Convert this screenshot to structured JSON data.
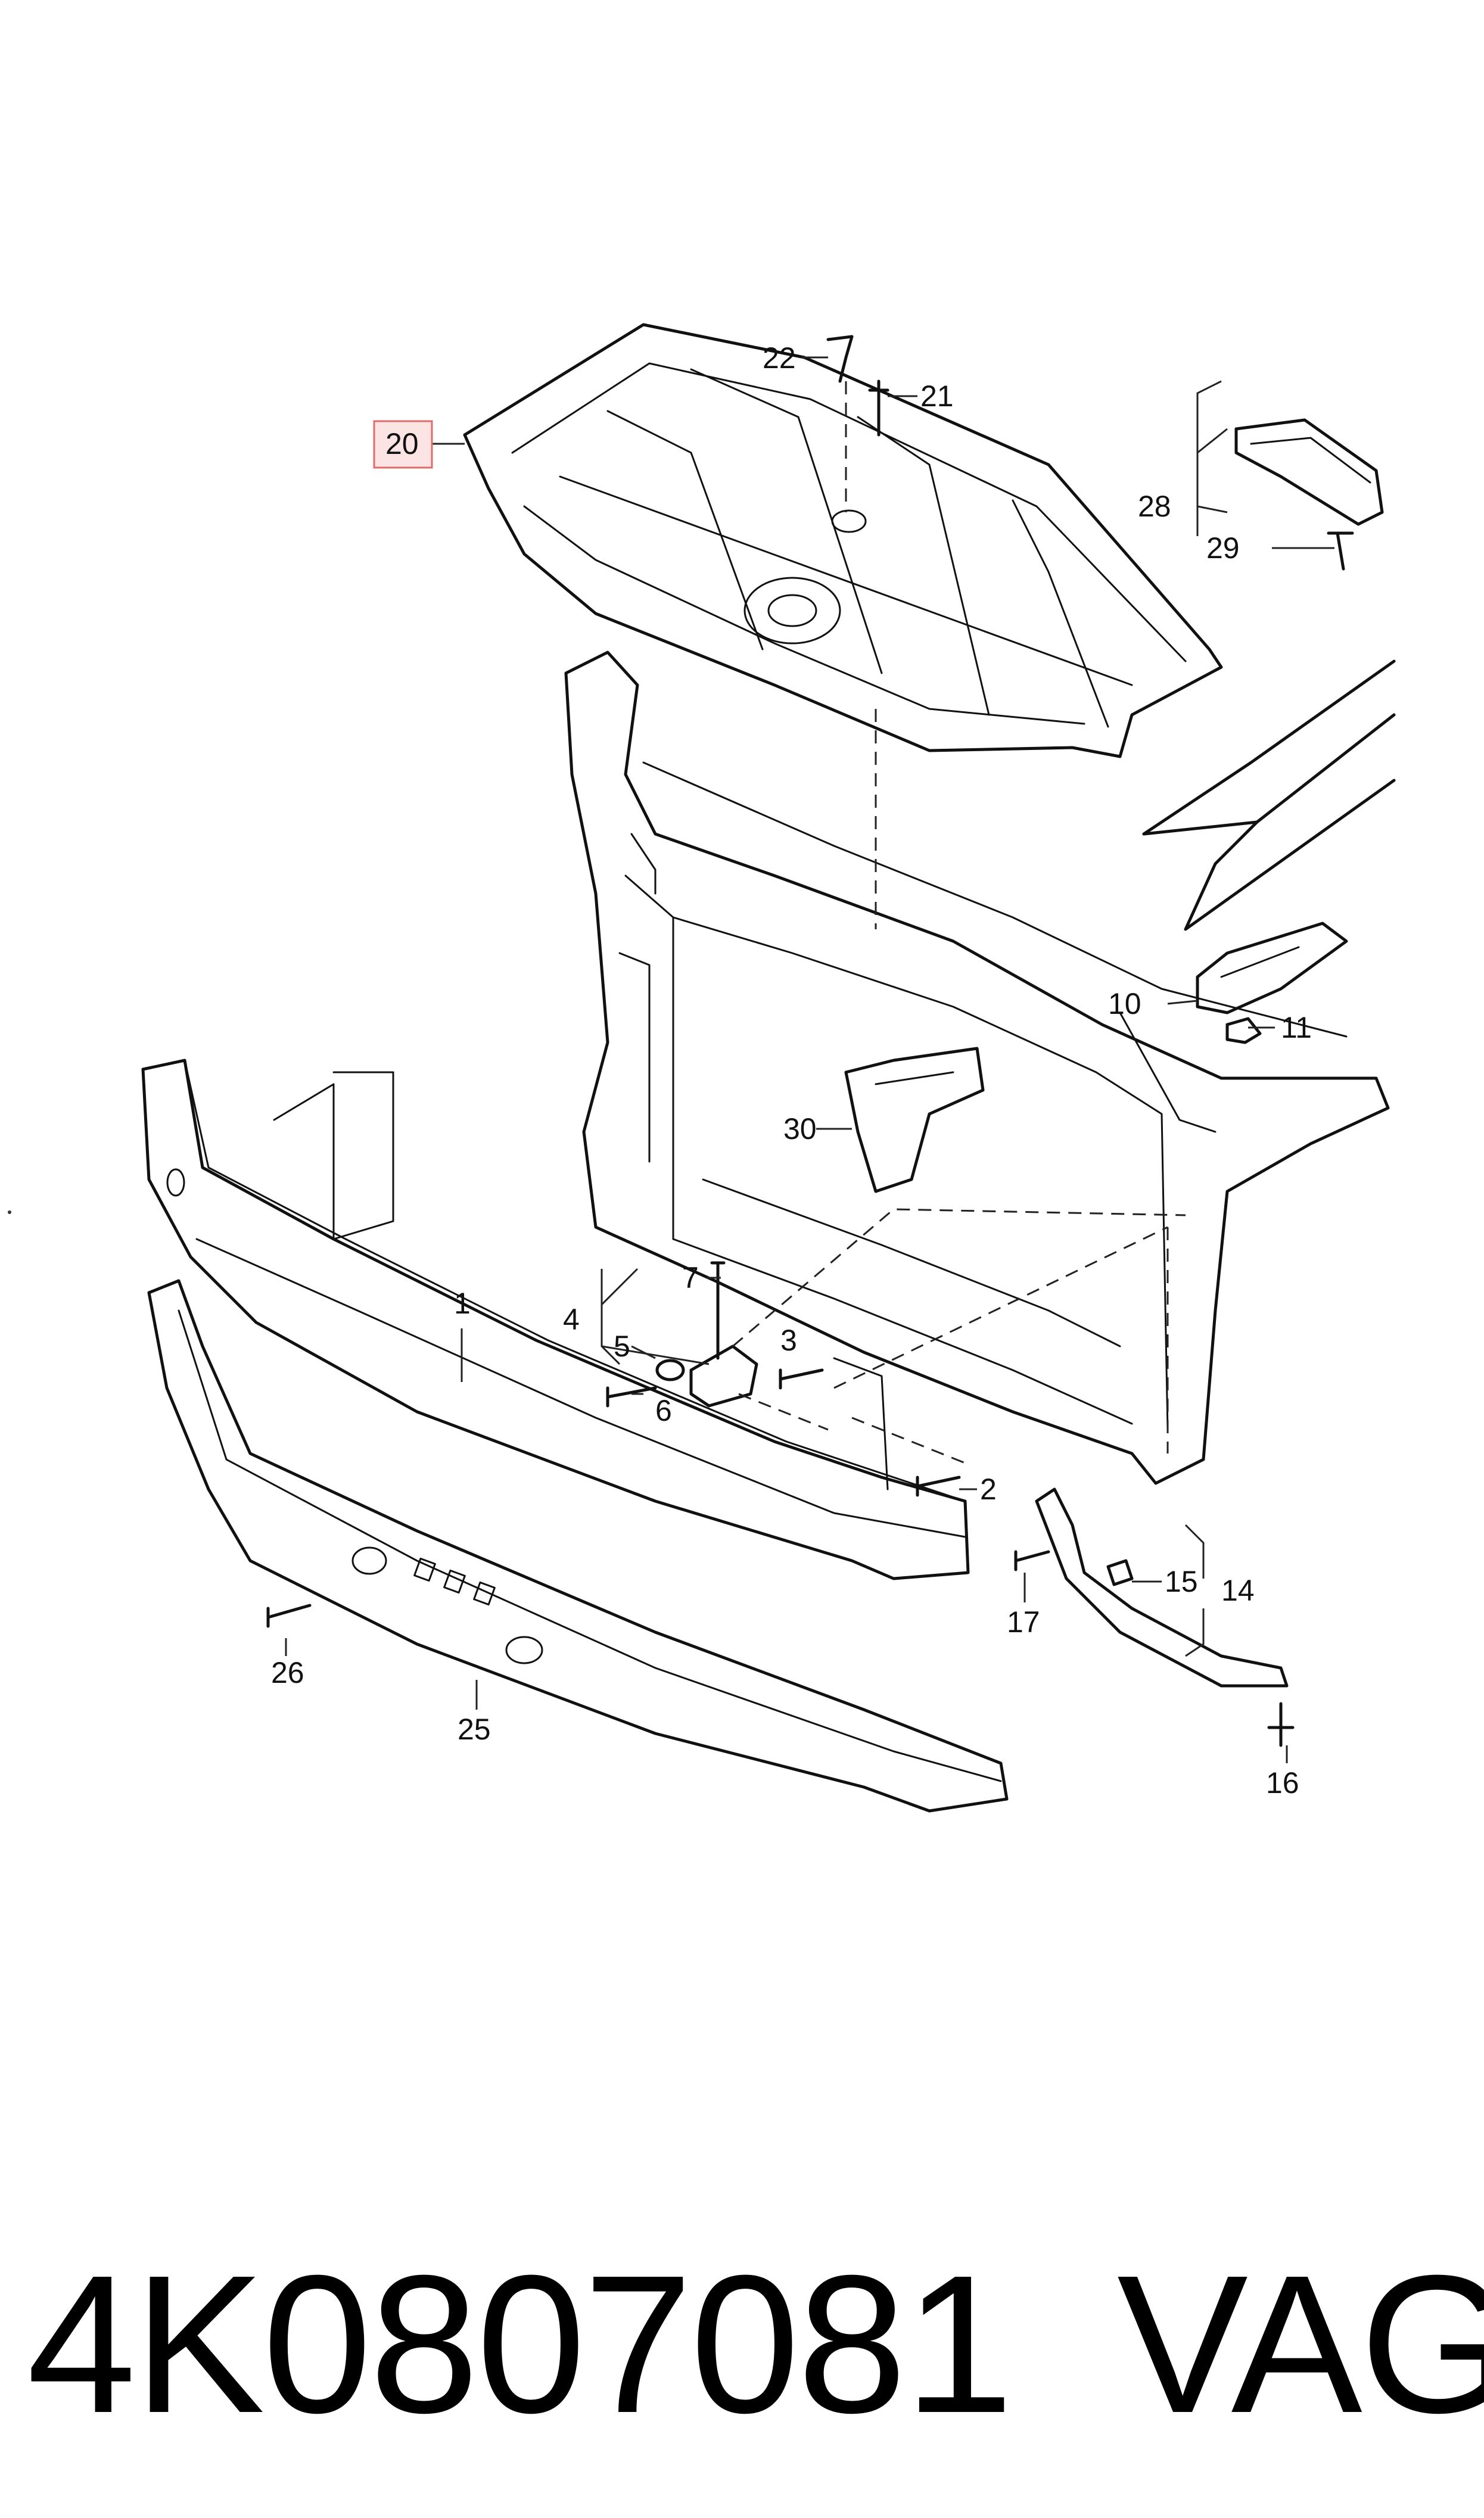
{
  "diagram": {
    "callouts": [
      {
        "id": "1",
        "label": "1"
      },
      {
        "id": "2",
        "label": "2"
      },
      {
        "id": "3",
        "label": "3"
      },
      {
        "id": "4",
        "label": "4"
      },
      {
        "id": "5",
        "label": "5"
      },
      {
        "id": "6",
        "label": "6"
      },
      {
        "id": "7",
        "label": "7"
      },
      {
        "id": "10",
        "label": "10"
      },
      {
        "id": "11",
        "label": "11"
      },
      {
        "id": "14",
        "label": "14"
      },
      {
        "id": "15",
        "label": "15"
      },
      {
        "id": "16",
        "label": "16"
      },
      {
        "id": "17",
        "label": "17"
      },
      {
        "id": "20",
        "label": "20",
        "highlighted": true,
        "highlight_color": "#e06b6b"
      },
      {
        "id": "21",
        "label": "21"
      },
      {
        "id": "22",
        "label": "22"
      },
      {
        "id": "25",
        "label": "25"
      },
      {
        "id": "26",
        "label": "26"
      },
      {
        "id": "28",
        "label": "28"
      },
      {
        "id": "29",
        "label": "29"
      },
      {
        "id": "30",
        "label": "30"
      }
    ]
  },
  "footer": {
    "part_number": "4K0807081",
    "brand": "VAG"
  }
}
